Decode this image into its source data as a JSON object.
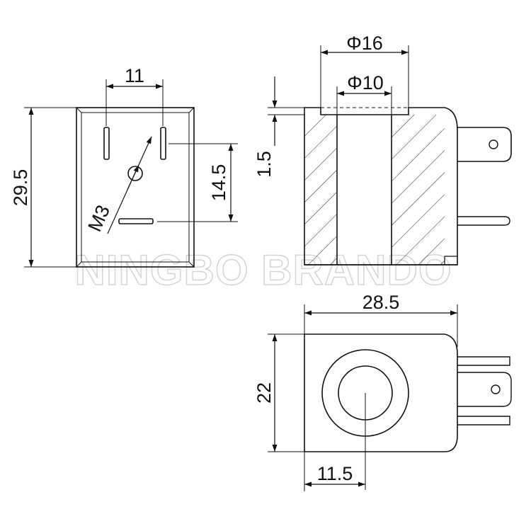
{
  "watermark": "NINGBO BRANDO",
  "colors": {
    "line": "#111111",
    "watermark_outline": "#d4d4d4"
  },
  "front_view": {
    "dims": {
      "pin_spacing": "11",
      "height": "29.5",
      "pin_offset": "14.5",
      "thread": "M3"
    }
  },
  "section_view": {
    "dims": {
      "outer_diameter": "Φ16",
      "inner_diameter": "Φ10",
      "recess_depth": "1.5"
    }
  },
  "top_view": {
    "dims": {
      "length": "28.5",
      "width": "22",
      "bore_offset": "11.5"
    }
  }
}
